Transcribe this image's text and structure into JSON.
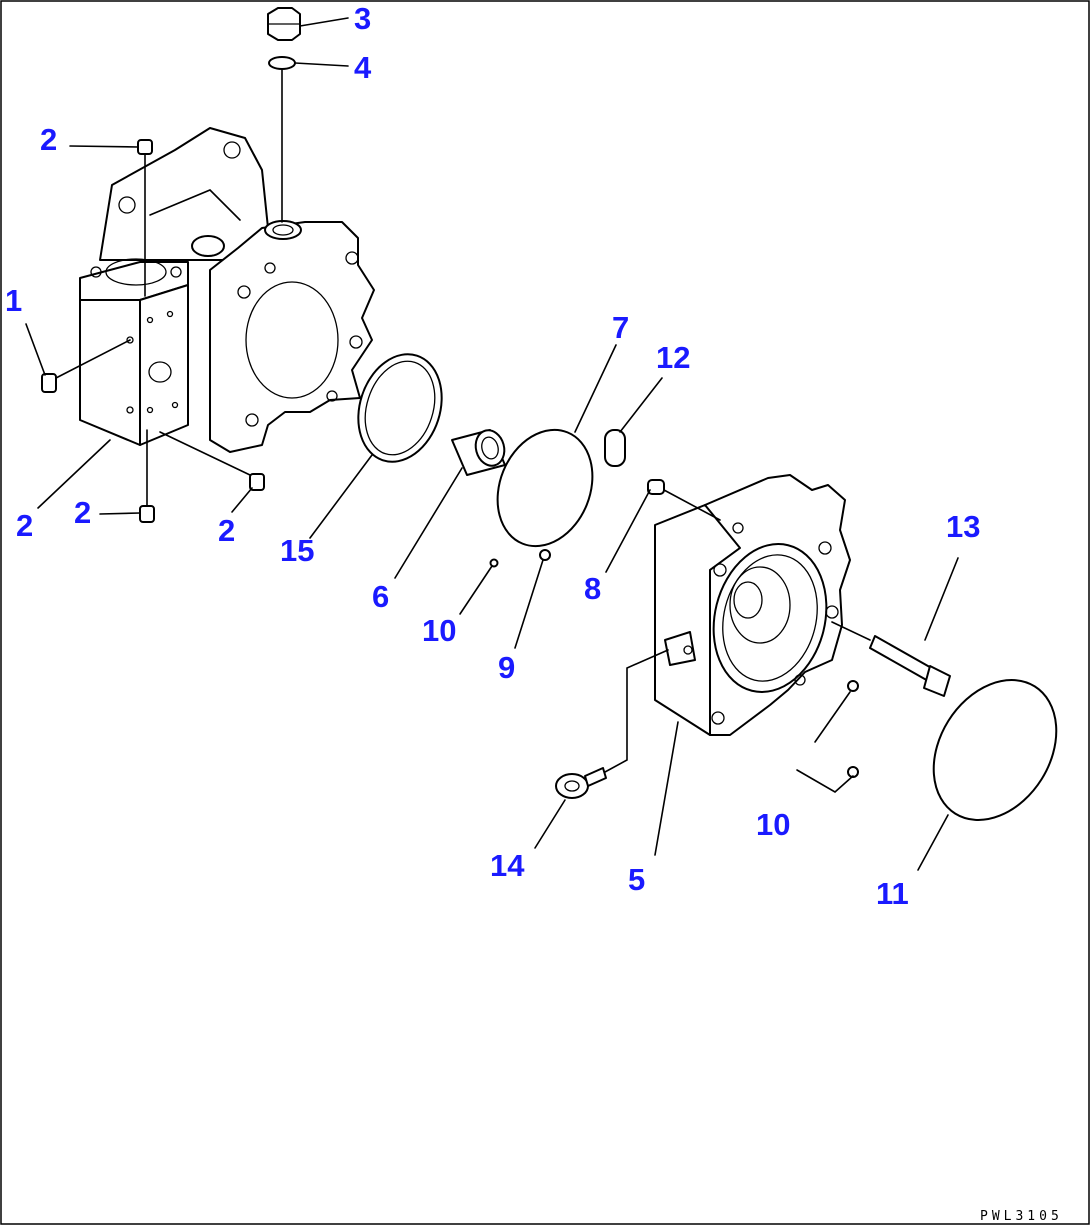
{
  "callouts": [
    {
      "label": "3"
    },
    {
      "label": "4"
    },
    {
      "label": "2"
    },
    {
      "label": "2"
    },
    {
      "label": "1"
    },
    {
      "label": "2"
    },
    {
      "label": "2"
    },
    {
      "label": "2"
    },
    {
      "label": "15"
    },
    {
      "label": "6"
    },
    {
      "label": "7"
    },
    {
      "label": "12"
    },
    {
      "label": "10"
    },
    {
      "label": "9"
    },
    {
      "label": "8"
    },
    {
      "label": "13"
    },
    {
      "label": "14"
    },
    {
      "label": "5"
    },
    {
      "label": "10"
    },
    {
      "label": "11"
    }
  ],
  "drawing_number": "PWL3105"
}
